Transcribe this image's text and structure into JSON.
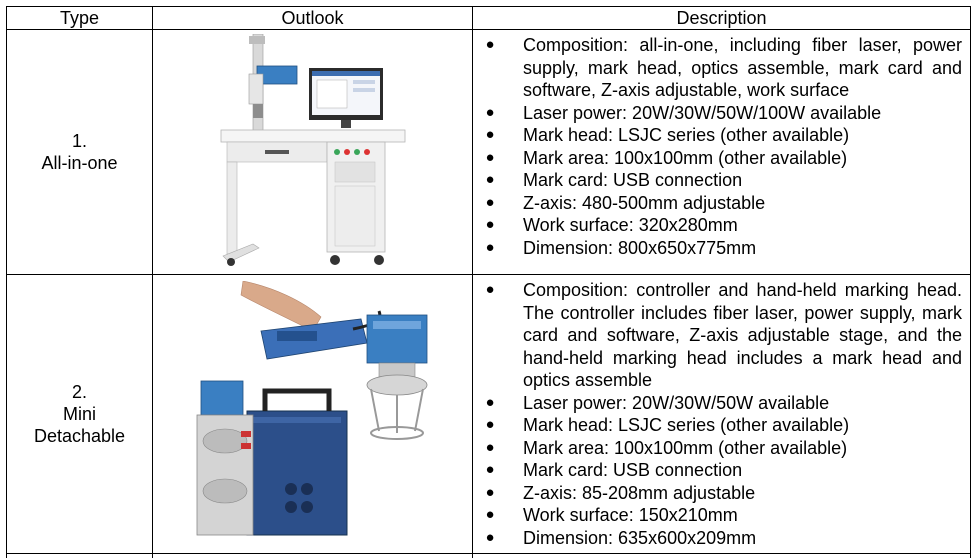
{
  "headers": {
    "type": "Type",
    "outlook": "Outlook",
    "description": "Description"
  },
  "rows": [
    {
      "type_num": "1.",
      "type_line1": "All-in-one",
      "type_line2": "",
      "image_icon": "fiber-laser-marking-machine-desktop-image",
      "items": [
        "Composition: all-in-one, including fiber laser, power supply, mark head, optics assemble, mark card and software, Z-axis adjustable, work surface",
        "Laser power: 20W/30W/50W/100W available",
        "Mark head: LSJC series (other available)",
        "Mark area: 100x100mm (other available)",
        "Mark card: USB connection",
        "Z-axis: 480-500mm adjustable",
        "Work surface: 320x280mm",
        "Dimension: 800x650x775mm"
      ]
    },
    {
      "type_num": "2.",
      "type_line1": "Mini",
      "type_line2": "Detachable",
      "image_icon": "mini-detachable-laser-marker-image",
      "items": [
        "Composition: controller and hand-held marking head. The controller includes fiber laser, power supply, mark card and software, Z-axis adjustable stage, and the hand-held marking head includes a mark head and optics assemble",
        "Laser power: 20W/30W/50W available",
        "Mark head: LSJC series (other available)",
        "Mark area: 100x100mm (other available)",
        "Mark card: USB connection",
        "Z-axis: 85-208mm adjustable",
        "Work surface: 150x210mm",
        "Dimension: 635x600x209mm"
      ]
    }
  ],
  "colors": {
    "border": "#000000",
    "machine_white": "#f2f2f2",
    "head_blue": "#3a7fc2",
    "controller_blue": "#2c4f8a",
    "chrome": "#c8c8c8"
  }
}
